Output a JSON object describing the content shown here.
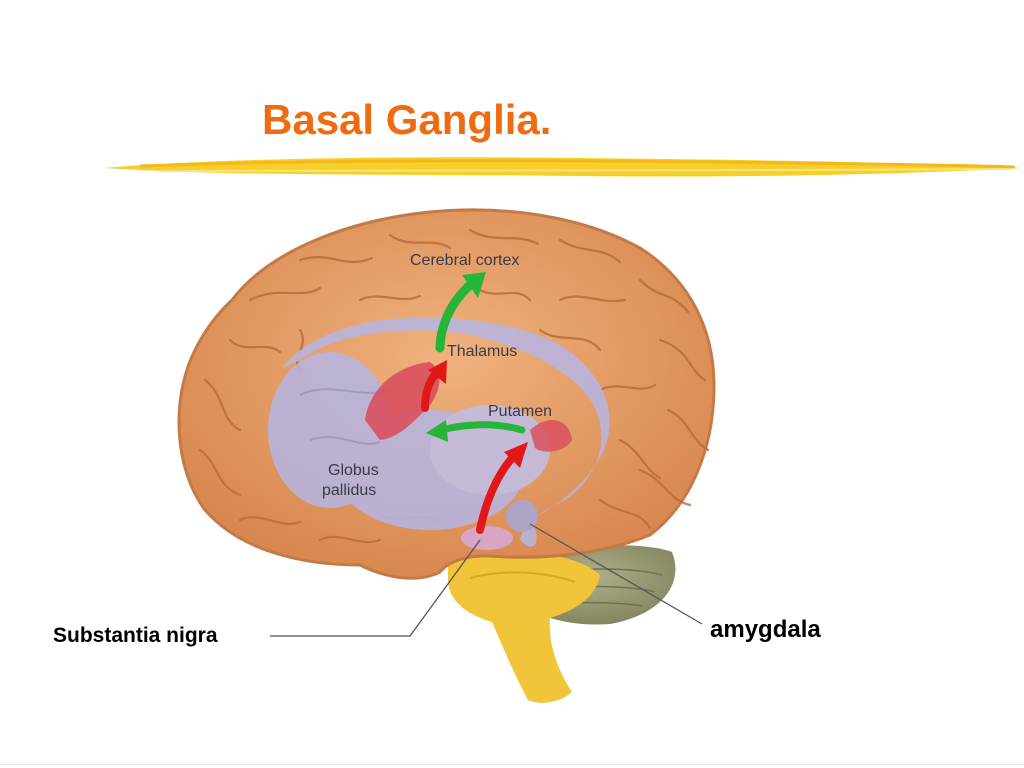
{
  "slide": {
    "title": "Basal Ganglia.",
    "title_color": "#f06a10",
    "underline_color": "#f7cf2a"
  },
  "figure": {
    "labels": {
      "cerebral_cortex": "Cerebral cortex",
      "thalamus": "Thalamus",
      "putamen": "Putamen",
      "globus_line1": "Globus",
      "globus_line2": "pallidus"
    }
  },
  "callouts": {
    "substantia_nigra": "Substantia nigra",
    "amygdala": "amygdala"
  },
  "colors": {
    "brain": "#e8a070",
    "basal_structures": "#b8b4dd",
    "thalamus": "#d9505e",
    "brainstem": "#f2c43a",
    "cerebellum": "#9a9c78",
    "green_arrow": "#26b53a",
    "red_arrow": "#e01818"
  }
}
